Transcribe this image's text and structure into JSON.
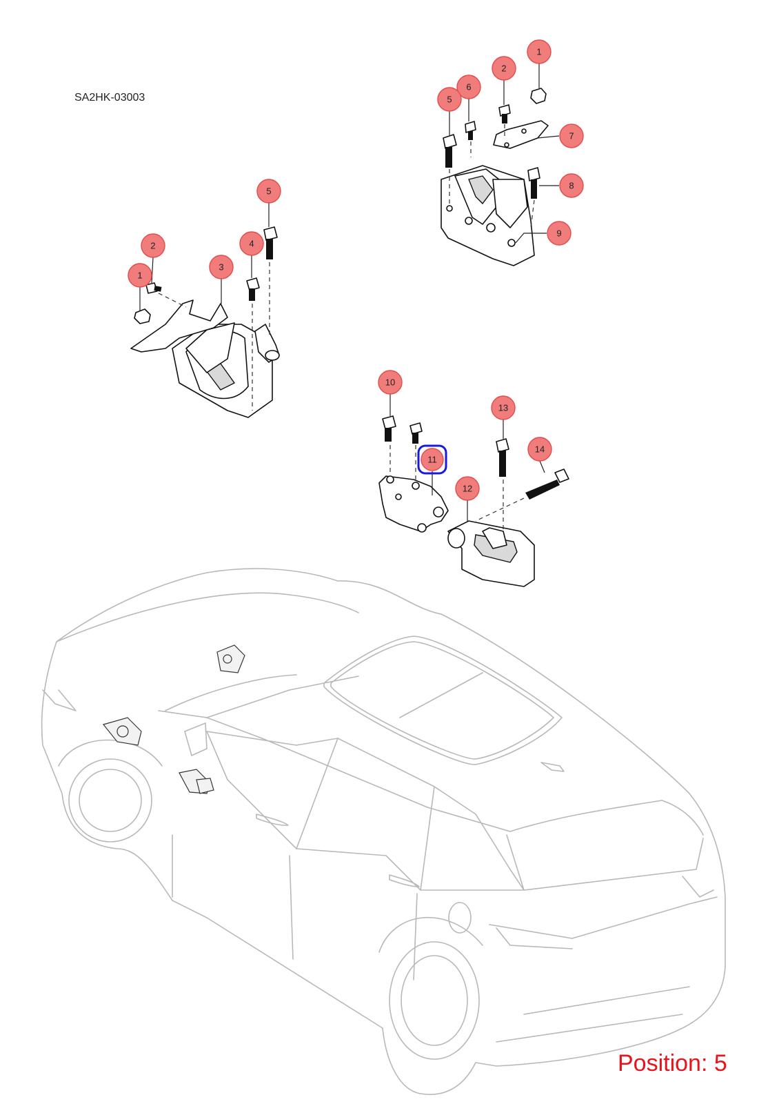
{
  "diagram": {
    "code": "SA2HK-03003",
    "position_text": "Position: 5",
    "highlight_color": "#1a1adb",
    "callout_color": "#f07c7c"
  },
  "callouts": {
    "top_right": [
      "1",
      "2",
      "6",
      "5",
      "7",
      "8",
      "9"
    ],
    "left": [
      "5",
      "2",
      "4",
      "1",
      "3"
    ],
    "lower": [
      "10",
      "11",
      "13",
      "14",
      "12"
    ]
  },
  "selected": "11"
}
